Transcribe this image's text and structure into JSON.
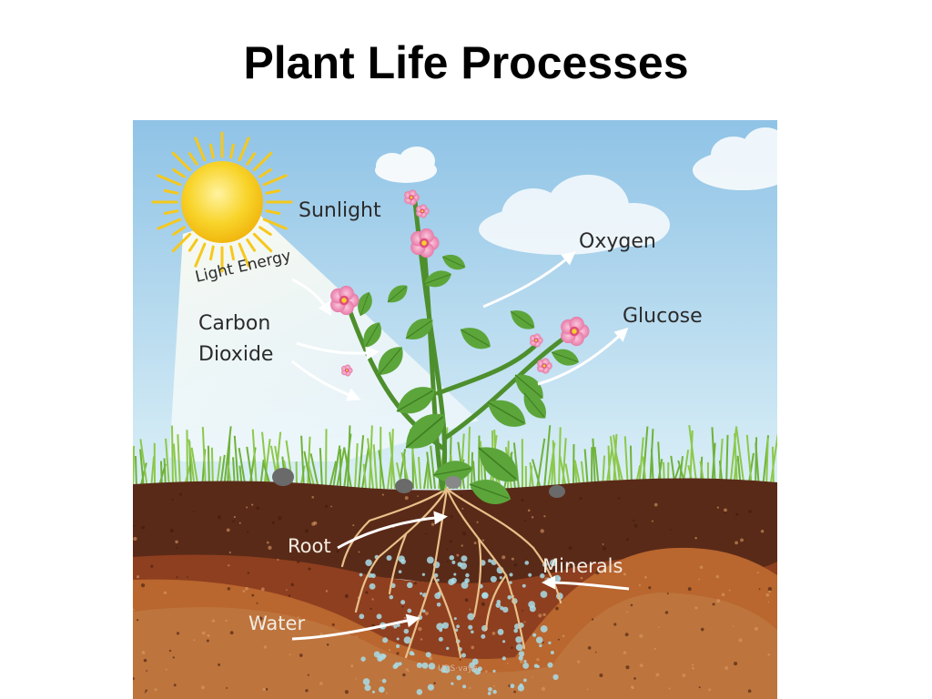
{
  "slide": {
    "title": "Plant Life Processes"
  },
  "diagram": {
    "labels": {
      "sunlight": "Sunlight",
      "light_energy": "Light Energy",
      "carbon": "Carbon",
      "dioxide": "Dioxide",
      "oxygen": "Oxygen",
      "glucose": "Glucose",
      "root": "Root",
      "minerals": "Minerals",
      "water": "Water",
      "credit": "UDS·vaya"
    },
    "colors": {
      "sky_top": "#8fc3e6",
      "sky_bottom": "#d9eef6",
      "sun": "#f6c81c",
      "grass": "#6fb23a",
      "topsoil": "#5a2a18",
      "subsoil": "#b9662f",
      "leaf": "#5ca53a",
      "flower": "#f08cb4"
    },
    "icons": [
      "sun-icon",
      "cloud-icon",
      "flower-icon",
      "root-icon"
    ]
  }
}
